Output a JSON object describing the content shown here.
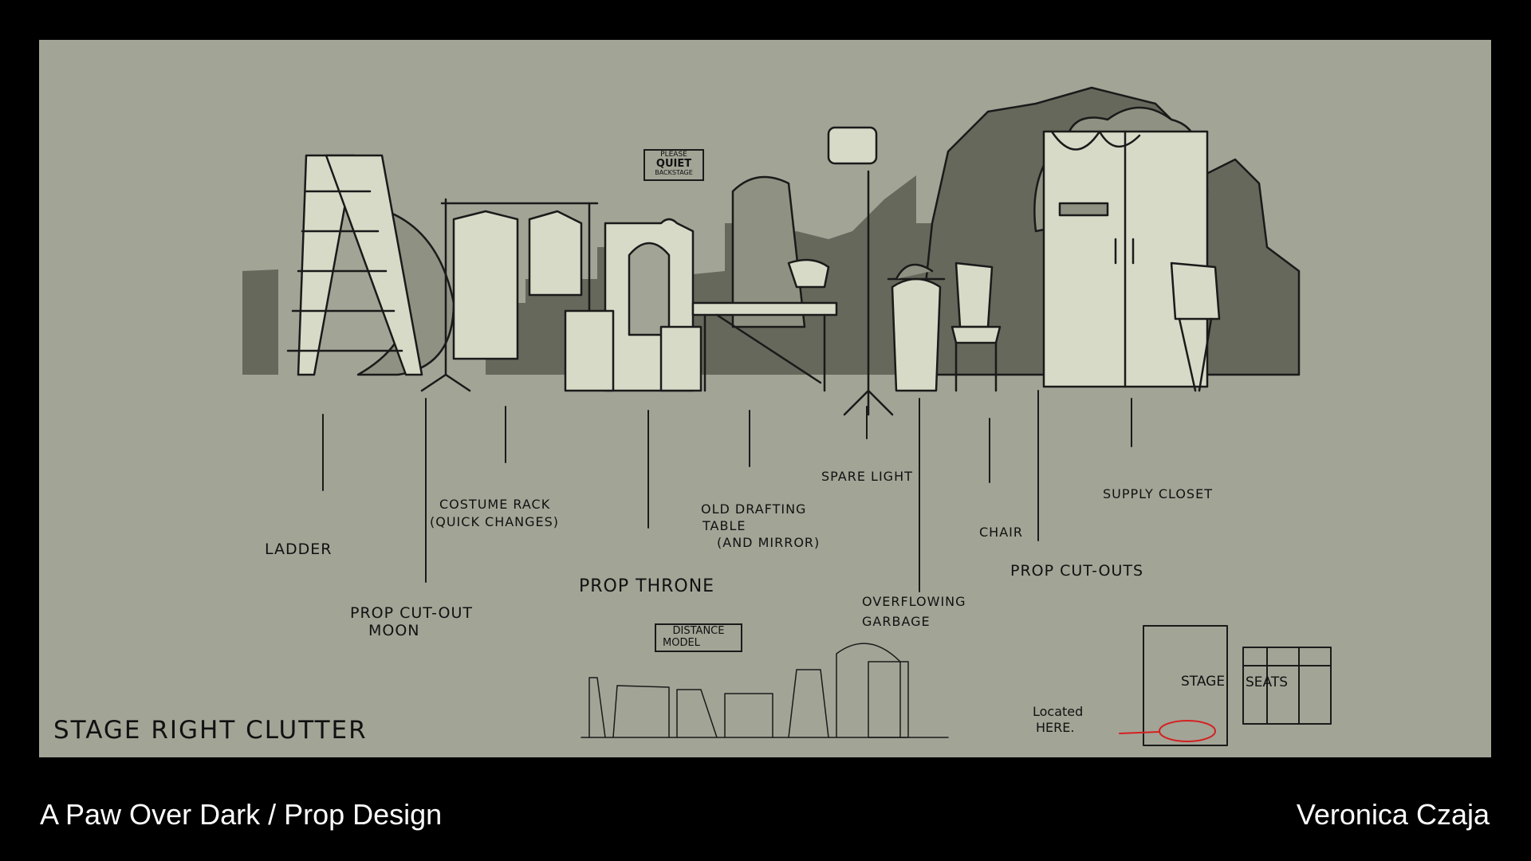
{
  "panel_title": "STAGE RIGHT CLUTTER",
  "sign": {
    "line1": "PLEASE",
    "line2": "QUIET",
    "line3": "BACKSTAGE"
  },
  "labels": {
    "ladder": "LADDER",
    "moon_line1": "PROP CUT-OUT",
    "moon_line2": "MOON",
    "rack_line1": "COSTUME RACK",
    "rack_line2": "(QUICK CHANGES)",
    "throne": "PROP THRONE",
    "table_line1": "OLD DRAFTING",
    "table_line2": "TABLE",
    "table_line3": "(AND MIRROR)",
    "light": "SPARE LIGHT",
    "garbage_line1": "OVERFLOWING",
    "garbage_line2": "GARBAGE",
    "chair": "CHAIR",
    "cutouts": "PROP CUT-OUTS",
    "closet": "SUPPLY CLOSET"
  },
  "distance_model": {
    "line1": "DISTANCE",
    "line2": "MODEL"
  },
  "location_map": {
    "stage": "STAGE",
    "seats": "SEATS",
    "note_line1": "Located",
    "note_line2": "HERE.",
    "marker_color": "#d42020"
  },
  "footer": {
    "project": "A Paw Over Dark / Prop Design",
    "artist": "Veronica Czaja"
  },
  "colors": {
    "background": "#000000",
    "panel": "#a2a496",
    "prop_light": "#d8dac8",
    "prop_mid": "#8f9282",
    "prop_dark": "#65685b",
    "ink": "#1a1a1a"
  }
}
